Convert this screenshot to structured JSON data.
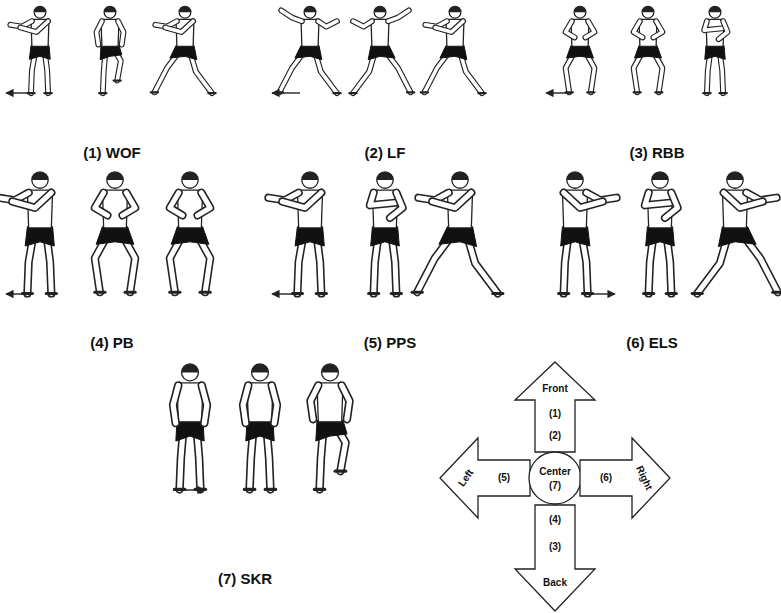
{
  "diagram": {
    "nodes": [
      {
        "text": [
          "Front",
          "(1)",
          "(2)"
        ]
      },
      {
        "text": [
          "Left",
          "(5)"
        ]
      },
      {
        "text": [
          "Center",
          "(7)"
        ]
      },
      {
        "text": [
          "Right",
          "(6)"
        ]
      },
      {
        "text": [
          "(4)",
          "(3)",
          "Back"
        ]
      }
    ],
    "labels": [
      "(1) WOF",
      "(2) LF",
      "(3) RBB",
      "(4) PB",
      "(5) PPS",
      "(6) ELS",
      "(7) SKR"
    ]
  }
}
